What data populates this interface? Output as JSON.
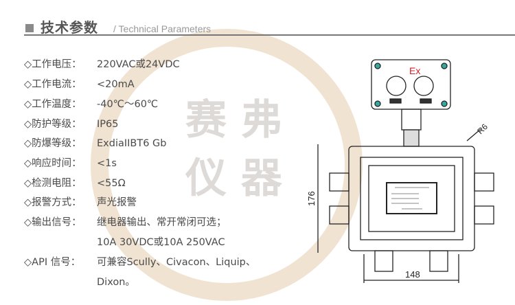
{
  "header": {
    "title_zh": "技术参数",
    "title_en": "/ Technical Parameters"
  },
  "watermark": "赛弗仪器",
  "params": [
    {
      "label": "◇工作电压：",
      "value": "220VAC或24VDC"
    },
    {
      "label": "◇工作电流：",
      "value": "<20mA"
    },
    {
      "label": "◇工作温度：",
      "value": "-40℃～60℃"
    },
    {
      "label": "◇防护等级：",
      "value": "IP65"
    },
    {
      "label": "◇防爆等级：",
      "value": "ExdiaIIBT6 Gb"
    },
    {
      "label": "◇响应时间：",
      "value": "<1s"
    },
    {
      "label": "◇检测电阻：",
      "value": "<55Ω"
    },
    {
      "label": "◇报警方式：",
      "value": "声光报警"
    },
    {
      "label": "◇输出信号：",
      "value": "继电器输出、常开常闭可选；",
      "value2": "10A 30VDC或10A 250VAC"
    },
    {
      "label": "◇API 信号：",
      "value": "可兼容Scully、Civacon、Liquip、",
      "value2": "Dixon。"
    }
  ],
  "drawing": {
    "ex_mark": "Ex",
    "dim_height": "176",
    "dim_width": "148",
    "radius": "R6",
    "accent": "#d0202a",
    "bolt_color": "#3aa6a0"
  }
}
